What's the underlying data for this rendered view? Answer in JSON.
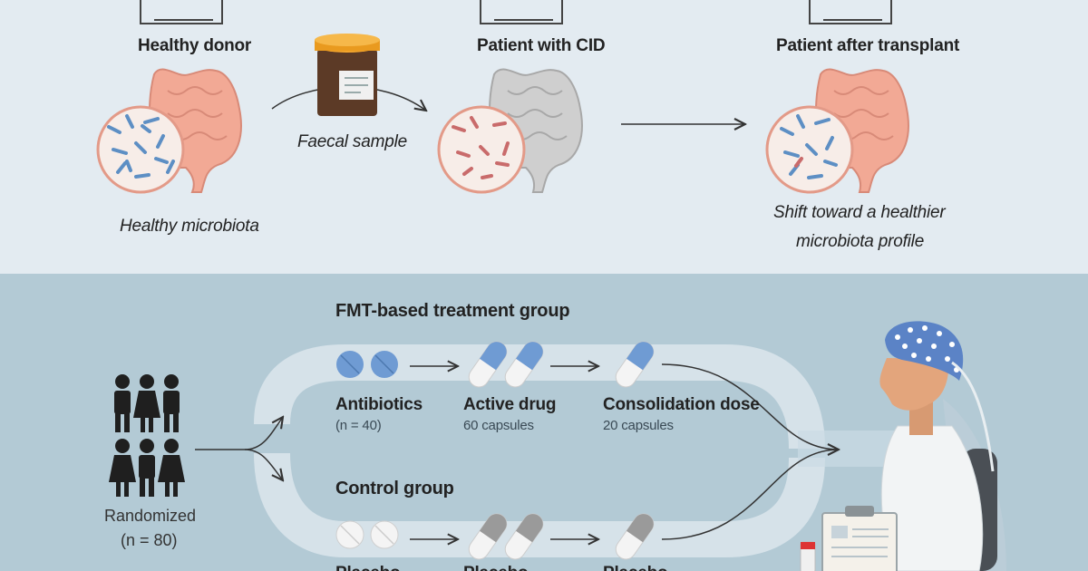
{
  "top": {
    "donor_label": "Healthy donor",
    "donor_caption": "Healthy microbiota",
    "sample_label": "Faecal sample",
    "patient_label": "Patient with CID",
    "after_label": "Patient after transplant",
    "after_caption_line1": "Shift toward a healthier",
    "after_caption_line2": "microbiota profile"
  },
  "trial": {
    "randomized_label": "Randomized",
    "randomized_n": "(n = 80)",
    "fmt_group_title": "FMT-based treatment group",
    "control_group_title": "Control group",
    "fmt_steps": [
      {
        "label": "Antibiotics",
        "sub": "(n = 40)"
      },
      {
        "label": "Active drug",
        "sub": "60 capsules"
      },
      {
        "label": "Consolidation dose",
        "sub": "20 capsules"
      }
    ],
    "control_steps": [
      {
        "label": "Placebo"
      },
      {
        "label": "Placebo"
      },
      {
        "label": "Placebo"
      }
    ]
  },
  "colors": {
    "top_bg": "#e3ebf1",
    "bottom_bg": "#b3cad5",
    "colon_healthy": "#f2a995",
    "colon_diseased": "#c9c9c9",
    "pill_blue": "#6f9bd3",
    "pill_white": "#f4f4f4",
    "cap_grey": "#9a9a9a"
  }
}
